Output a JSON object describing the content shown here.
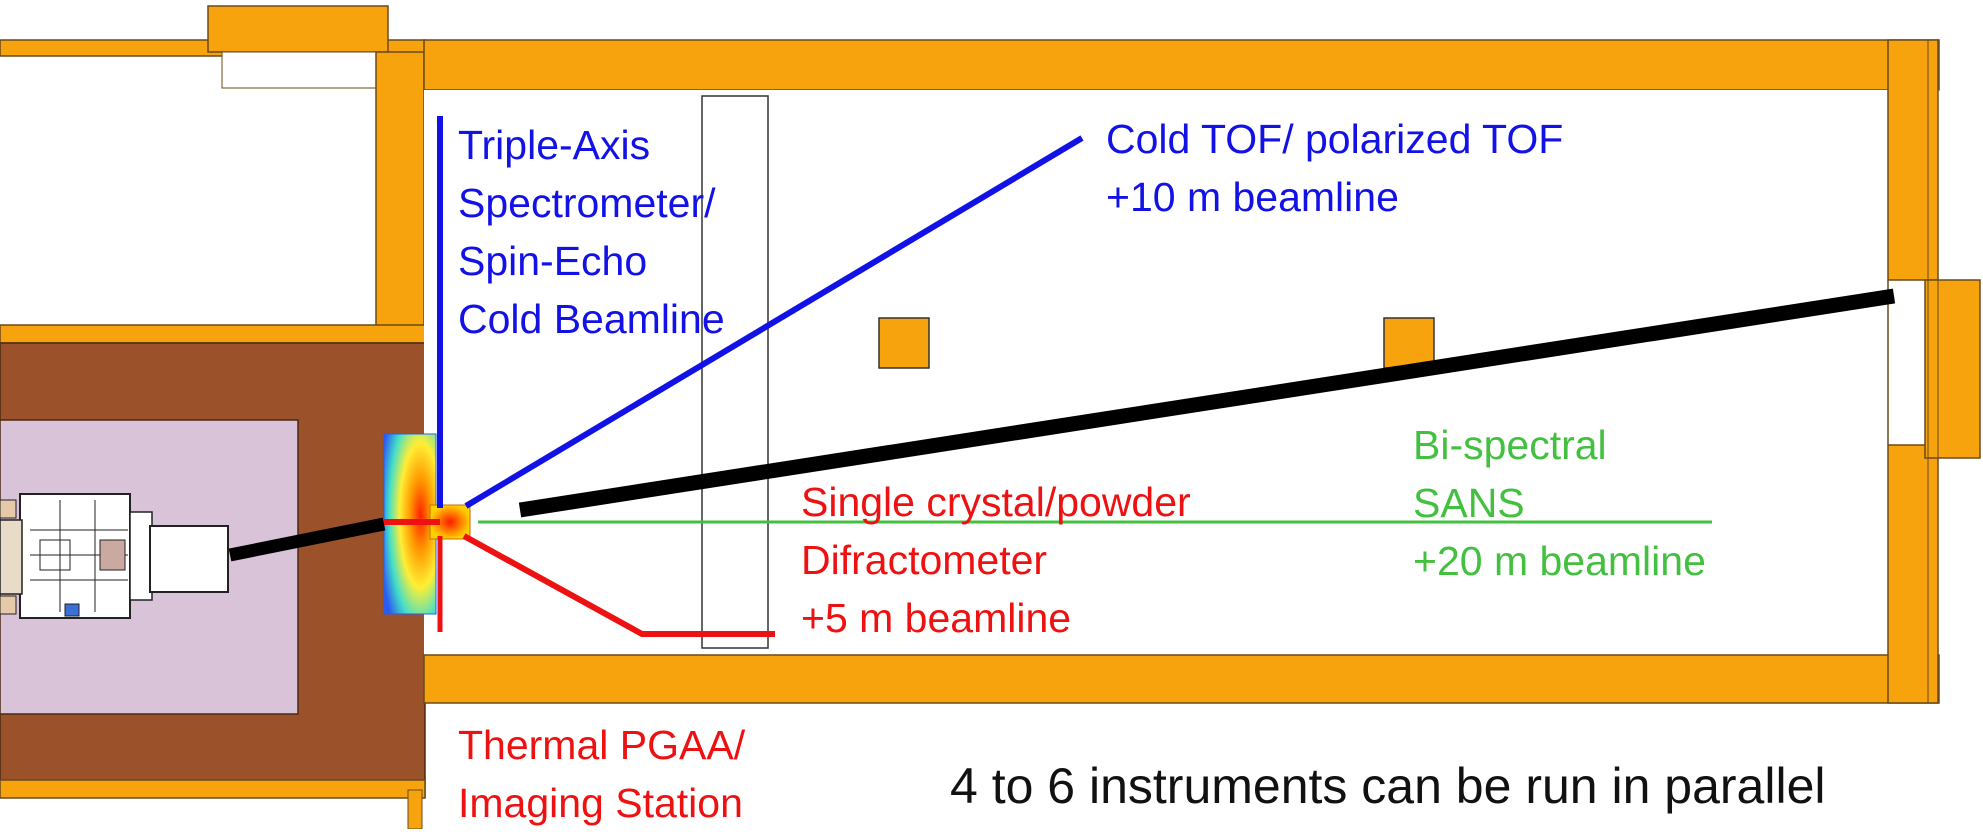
{
  "colors": {
    "wall": "#f7a30d",
    "shield_brown": "#9b5129",
    "reactor_area": "#d9c3d8",
    "blue_beam": "#1212e6",
    "red_beam": "#ee1111",
    "green_beam": "#44c040",
    "main_beam": "#000000"
  },
  "labels": {
    "triple_axis": {
      "lines": [
        "Triple-Axis",
        "Spectrometer/",
        "Spin-Echo",
        "Cold Beamline"
      ]
    },
    "cold_tof": {
      "lines": [
        "Cold TOF/ polarized TOF",
        "+10 m beamline"
      ]
    },
    "single_crystal": {
      "lines": [
        "Single crystal/powder",
        "Difractometer",
        "+5 m beamline"
      ]
    },
    "sans": {
      "lines": [
        "Bi-spectral",
        "SANS",
        "+20 m beamline"
      ]
    },
    "thermal_pgaa": {
      "lines": [
        "Thermal PGAA/",
        "Imaging Station"
      ]
    },
    "footnote": "4 to 6 instruments can be run in parallel"
  }
}
